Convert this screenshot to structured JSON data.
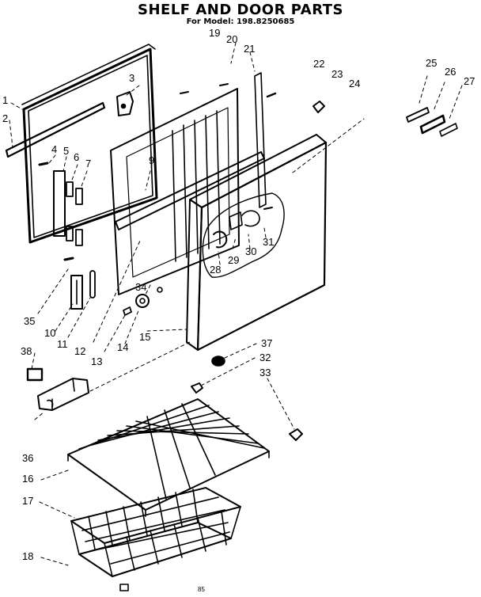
{
  "header": {
    "title": "SHELF AND DOOR PARTS",
    "subtitle": "For Model: 198.8250685"
  },
  "callouts": {
    "c1": "1",
    "c2": "2",
    "c3": "3",
    "c4": "4",
    "c5": "5",
    "c6": "6",
    "c7": "7",
    "c9": "9",
    "c10": "10",
    "c11": "11",
    "c12": "12",
    "c13": "13",
    "c14": "14",
    "c15": "15",
    "c16": "16",
    "c17": "17",
    "c18": "18",
    "c19": "19",
    "c20": "20",
    "c21": "21",
    "c22": "22",
    "c23": "23",
    "c24": "24",
    "c25": "25",
    "c26": "26",
    "c27": "27",
    "c28": "28",
    "c29": "29",
    "c30": "30",
    "c31": "31",
    "c32": "32",
    "c33": "33",
    "c34": "34",
    "c35": "35",
    "c36": "36",
    "c37": "37",
    "c38": "38"
  },
  "footer": {
    "code": "85"
  }
}
